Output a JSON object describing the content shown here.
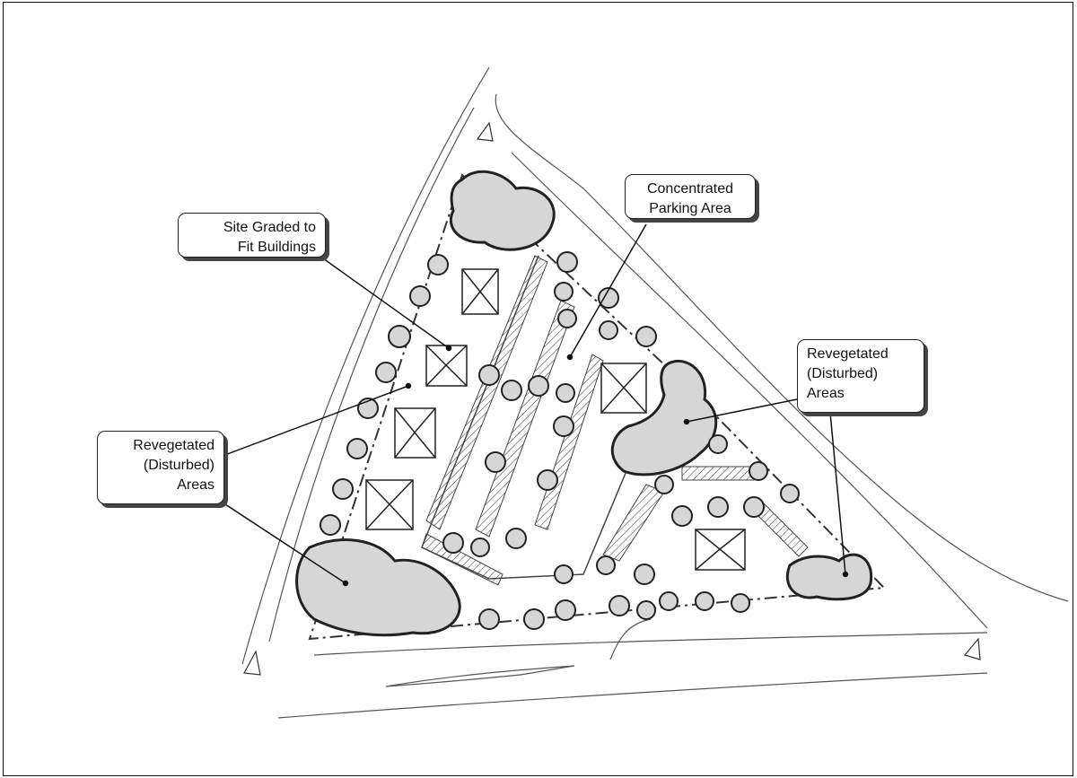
{
  "callouts": {
    "site_graded": {
      "line1": "Site Graded to",
      "line2": "Fit Buildings"
    },
    "parking": {
      "line1": "Concentrated",
      "line2": "Parking Area"
    },
    "reveg_left": {
      "line1": "Revegetated",
      "line2": "(Disturbed)",
      "line3": "Areas"
    },
    "reveg_right": {
      "line1": "Revegetated",
      "line2": "(Disturbed)",
      "line3": "Areas"
    }
  },
  "colors": {
    "tree_fill": "#d6d6d6",
    "ink": "#222222",
    "paper": "#ffffff"
  }
}
